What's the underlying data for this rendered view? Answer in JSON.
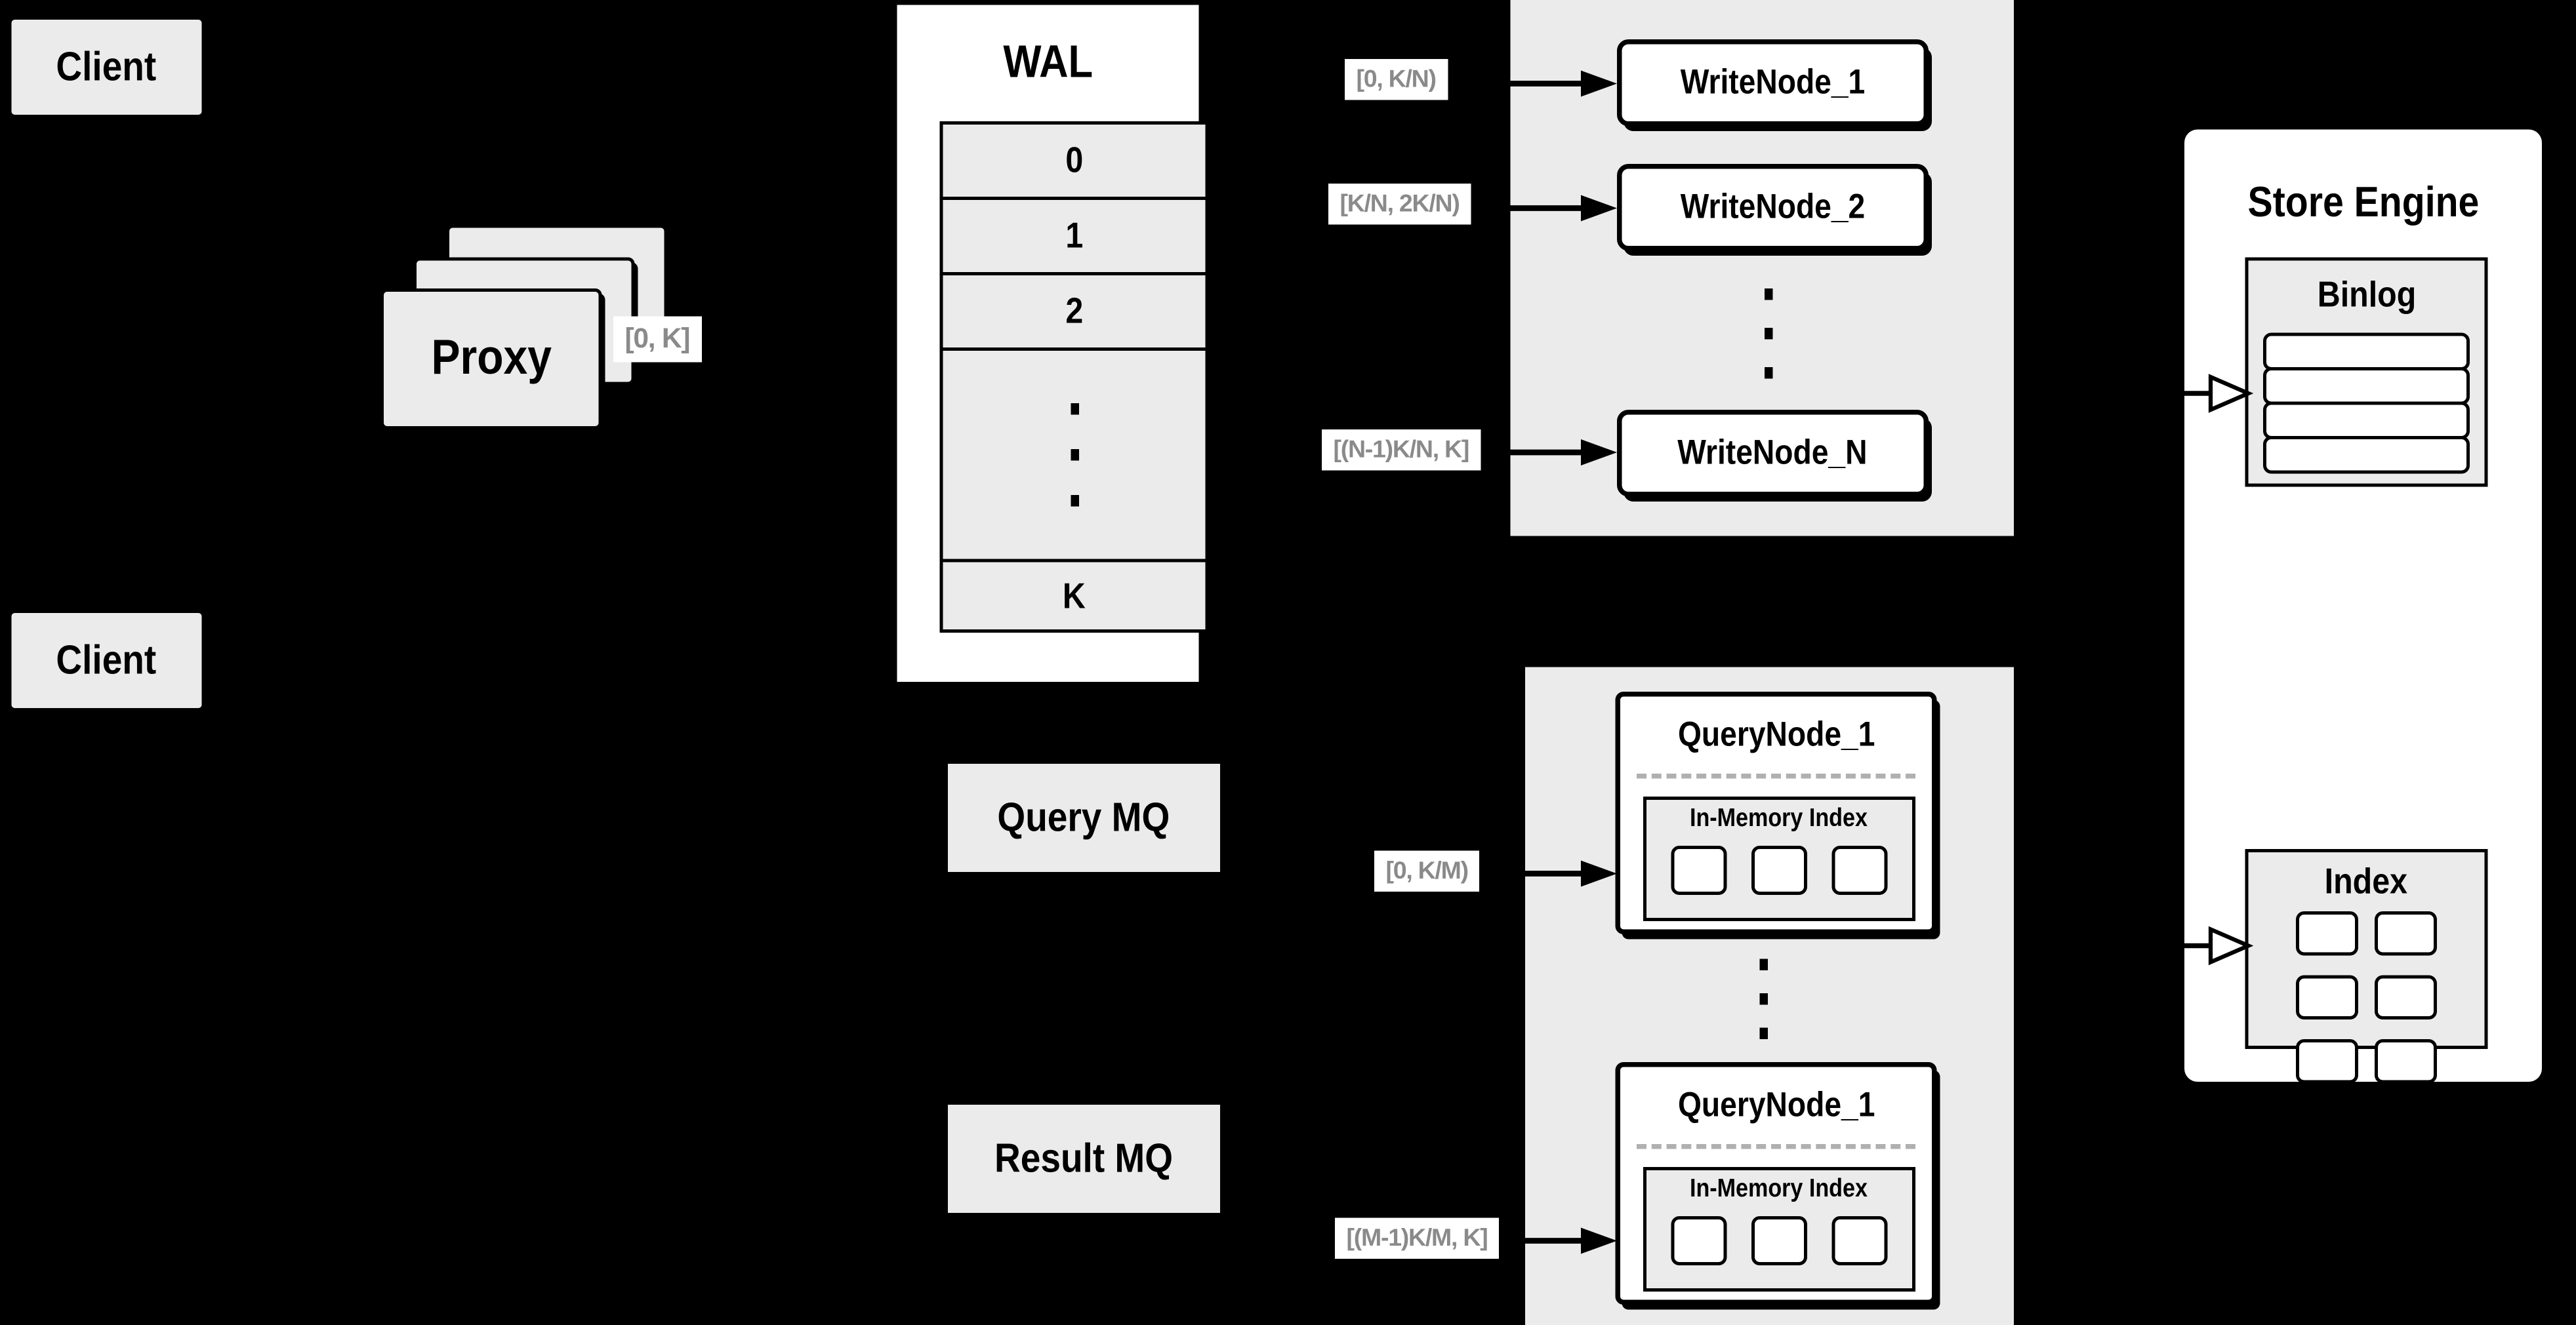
{
  "diagram": {
    "client_top": "Client",
    "client_bottom": "Client",
    "proxy": "Proxy",
    "proxy_range": "[0, K]",
    "wal": {
      "title": "WAL",
      "rows": [
        "0",
        "1",
        "2"
      ],
      "tail_row": "K"
    },
    "write": {
      "ranges": [
        "[0, K/N)",
        "[K/N, 2K/N)",
        "[(N-1)K/N, K]"
      ],
      "nodes": [
        "WriteNode_1",
        "WriteNode_2",
        "WriteNode_N"
      ]
    },
    "store": {
      "title": "Store Engine",
      "binlog": "Binlog",
      "index": "Index"
    },
    "mq": {
      "query": "Query MQ",
      "result": "Result MQ"
    },
    "query": {
      "ranges": [
        "[0, K/M)",
        "[(M-1)K/M, K]"
      ],
      "nodes": [
        {
          "title": "QueryNode_1",
          "memory_index": "In-Memory Index"
        },
        {
          "title": "QueryNode_1",
          "memory_index": "In-Memory Index"
        }
      ]
    },
    "colors": {
      "background": "#000000",
      "block_fill": "#ebebeb",
      "node_fill": "#ffffff",
      "border": "#000000",
      "range_text": "#8a8a8a"
    }
  }
}
